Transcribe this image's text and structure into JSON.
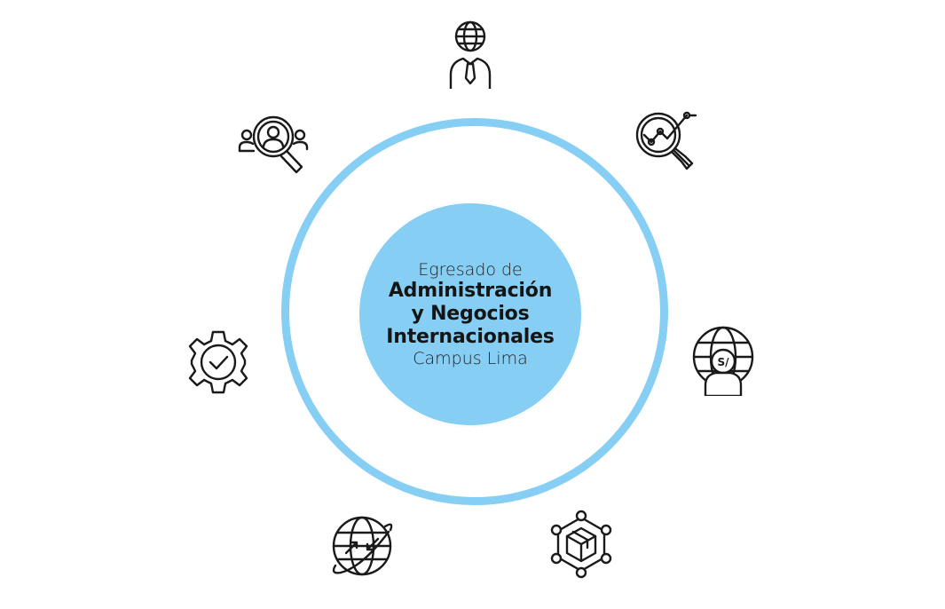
{
  "center": {
    "line1": "Egresado de",
    "line2": "Administración",
    "line3": "y Negocios",
    "line4": "Internacionales",
    "line5": "Campus Lima"
  },
  "colors": {
    "accent": "#86cef4",
    "icon_stroke": "#1a1a1a"
  },
  "icons": [
    "globe-businessman-icon",
    "analytics-magnifier-icon",
    "global-currency-person-icon",
    "logistics-network-box-icon",
    "global-exchange-icon",
    "settings-check-icon",
    "talent-search-icon"
  ],
  "currency_symbol": "S/"
}
